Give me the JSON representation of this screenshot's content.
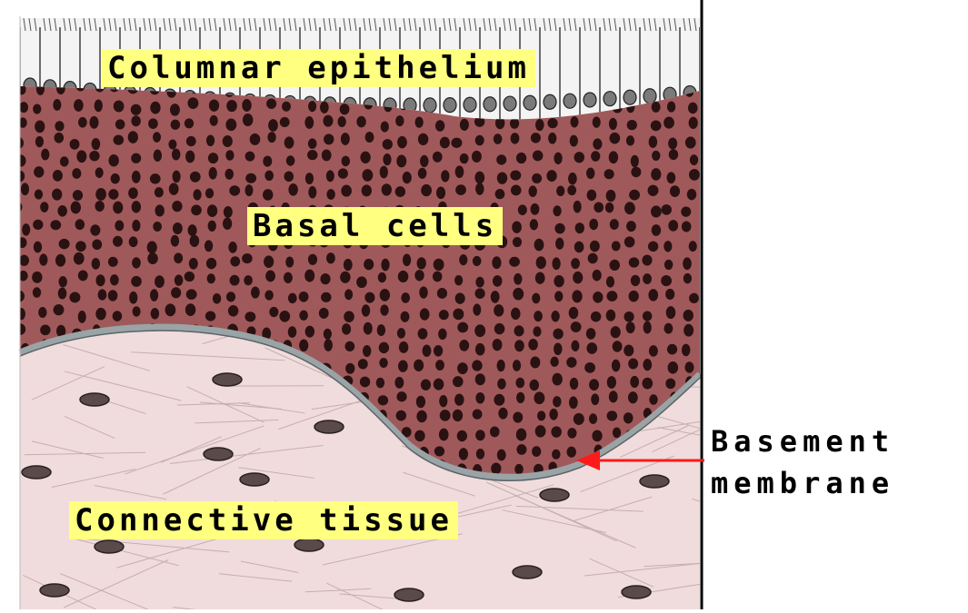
{
  "labels": {
    "columnar": "Columnar epithelium",
    "basal": "Basal cells",
    "connective": "Connective tissue",
    "basement_line1": "Basement",
    "basement_line2": "membrane"
  },
  "colors": {
    "label_bg": "#ffff80",
    "basal_tissue": "#a0595a",
    "nucleus": "#2a1212",
    "connective_bg": "#f0dcdc",
    "basement_membrane": "#9aa4a6",
    "arrow": "#ff1a1a",
    "columnar_cell": "#f4f4f4"
  }
}
